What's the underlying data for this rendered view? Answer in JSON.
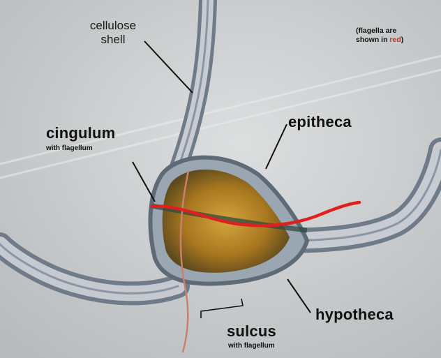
{
  "labels": {
    "cellulose_shell_line1": "cellulose",
    "cellulose_shell_line2": "shell",
    "epitheca": "epitheca",
    "cingulum": "cingulum",
    "cingulum_sub": "with flagellum",
    "hypotheca": "hypotheca",
    "sulcus": "sulcus",
    "sulcus_sub": "with flagellum"
  },
  "note": {
    "line1": "(flagella are",
    "line2_prefix": "shown in ",
    "line2_red": "red",
    "line2_suffix": ")"
  },
  "colors": {
    "background": "#c9cbcc",
    "shell": "#9aa6b2",
    "cell_body": "#b88a2c",
    "flagellum": "#e0201c",
    "sulcal_flagellum": "#c9806f",
    "leader_line": "#111111"
  }
}
